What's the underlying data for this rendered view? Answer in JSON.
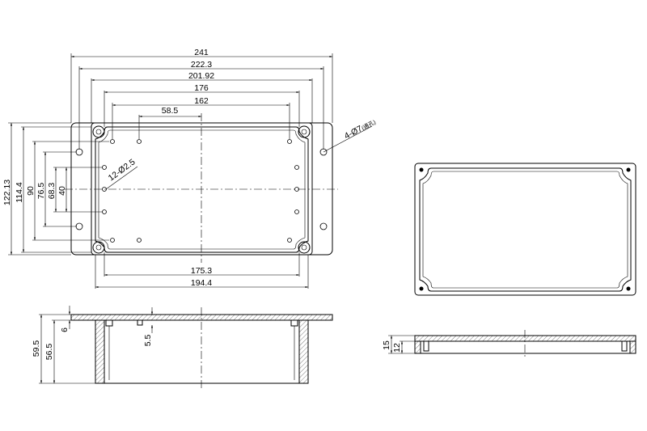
{
  "top_view": {
    "widths": [
      "241",
      "222.3",
      "201.92",
      "176",
      "162",
      "58.5"
    ],
    "heights": [
      "122.13",
      "114.4",
      "90",
      "76.5",
      "68.3",
      "40"
    ],
    "bottom_widths": [
      "175.3",
      "194.4"
    ],
    "hole_note": "4-Ø7",
    "hole_note_small": "(通孔)",
    "screw_note": "12-Ø2.5"
  },
  "front_view": {
    "heights": [
      "59.5",
      "56.5"
    ],
    "flange": "6",
    "boss": "5.5"
  },
  "lid_view": {
    "heights": [
      "15",
      "12"
    ]
  }
}
